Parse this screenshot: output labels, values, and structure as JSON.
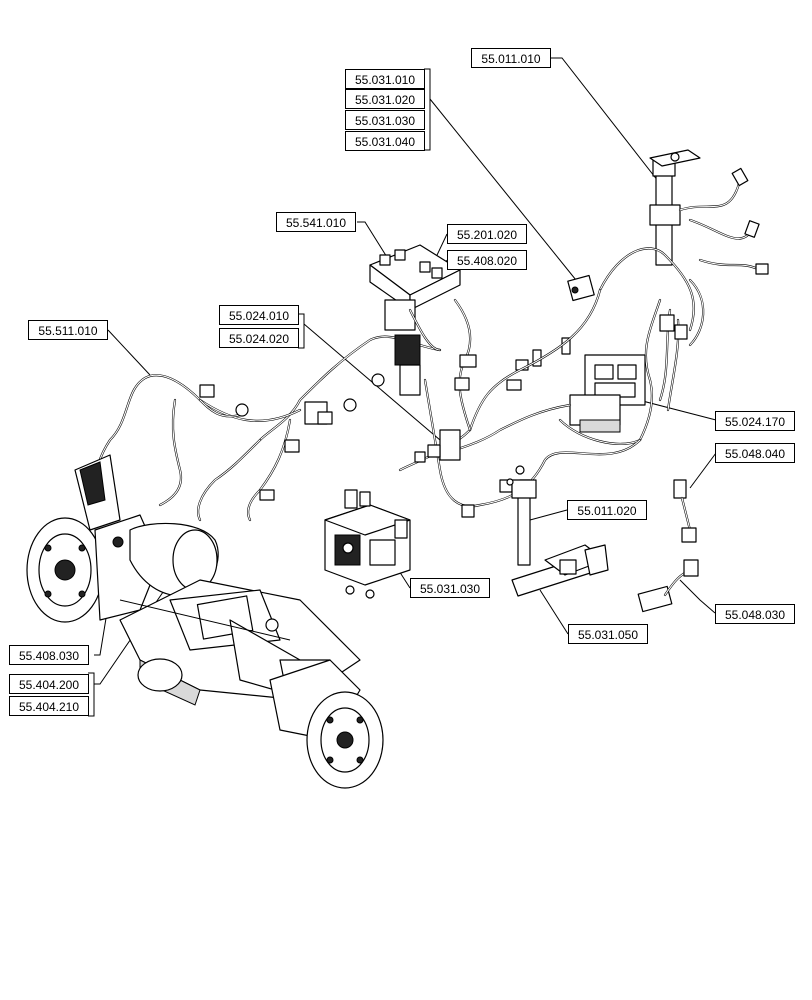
{
  "callouts": {
    "c_55_011_010": "55.011.010",
    "c_55_031_010": "55.031.010",
    "c_55_031_020": "55.031.020",
    "c_55_031_030_top": "55.031.030",
    "c_55_031_040": "55.031.040",
    "c_55_541_010": "55.541.010",
    "c_55_201_020": "55.201.020",
    "c_55_408_020": "55.408.020",
    "c_55_024_010": "55.024.010",
    "c_55_024_020": "55.024.020",
    "c_55_511_010": "55.511.010",
    "c_55_024_170": "55.024.170",
    "c_55_048_040": "55.048.040",
    "c_55_011_020": "55.011.020",
    "c_55_031_030_mid": "55.031.030",
    "c_55_048_030": "55.048.030",
    "c_55_031_050": "55.031.050",
    "c_55_408_030": "55.408.030",
    "c_55_404_200": "55.404.200",
    "c_55_404_210": "55.404.210"
  }
}
